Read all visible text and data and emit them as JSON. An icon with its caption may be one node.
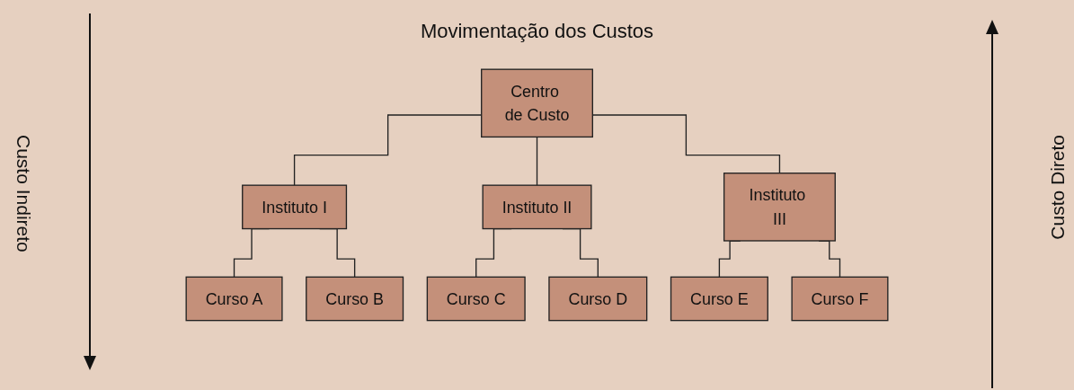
{
  "diagram": {
    "title": "Movimentação dos Custos",
    "nodes": [
      {
        "text": [
          "Centro de Custo"
        ]
      },
      {
        "text": [
          "Instituto I"
        ]
      },
      {
        "text": [
          "Instituto II"
        ]
      },
      {
        "text": [
          "Instituto III"
        ]
      },
      {
        "text": [
          "Curso A"
        ]
      },
      {
        "text": [
          "Curso B"
        ]
      },
      {
        "text": [
          "Curso C"
        ]
      },
      {
        "text": [
          "Curso D"
        ]
      },
      {
        "text": [
          "Curso E"
        ]
      },
      {
        "text": [
          "Curso F"
        ]
      }
    ],
    "edges": [
      {
        "from": 0,
        "to": 1,
        "arrow": "none"
      },
      {
        "from": 0,
        "to": 2,
        "arrow": "none"
      },
      {
        "from": 0,
        "to": 3,
        "arrow": "none"
      },
      {
        "from": 1,
        "to": 4,
        "arrow": "none"
      },
      {
        "from": 1,
        "to": 5,
        "arrow": "none"
      },
      {
        "from": 2,
        "to": 6,
        "arrow": "none"
      },
      {
        "from": 2,
        "to": 7,
        "arrow": "none"
      },
      {
        "from": 3,
        "to": 8,
        "arrow": "none"
      },
      {
        "from": 3,
        "to": 9,
        "arrow": "none"
      }
    ],
    "labels": [
      "Custo Indireto",
      "Custo Direto"
    ]
  }
}
